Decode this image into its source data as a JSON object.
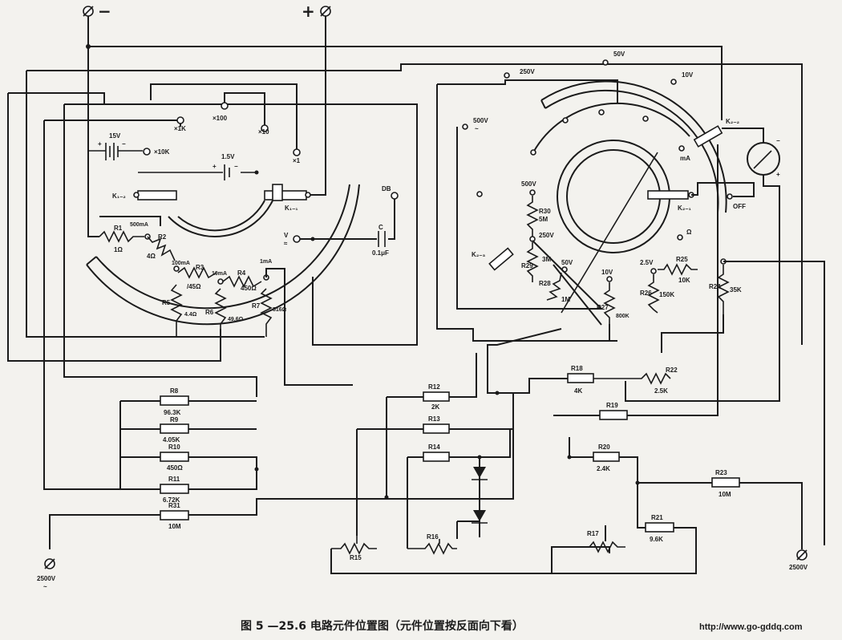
{
  "caption": "图 5 —25.6   电路元件位置图（元件位置按反面向下看）",
  "url": "http://www.go-gddq.com",
  "terminals": {
    "neg": "Ø −",
    "pos": "+ Ø",
    "hv_left": "2500V",
    "hv_right": "2500V",
    "db": "DB",
    "v_ac": "V",
    "ohm_sym": "Ω",
    "ma_sym": "mA",
    "off": "OFF"
  },
  "battery": {
    "b15": "15V",
    "b1_5": "1.5V"
  },
  "ranges": {
    "x1k": "×1K",
    "x100": "×100",
    "x10": "×10",
    "x1": "×1",
    "x10k": "×10K",
    "ma500": "500mA",
    "ma100": "100mA",
    "ma10": "10mA",
    "ma1": "1mA",
    "v50": "50V",
    "v250": "250V",
    "v10": "10V",
    "v500": "500V",
    "v500b": "500V",
    "v250b": "250V",
    "v50b": "50V",
    "v10b": "10V",
    "v25": "2.5V"
  },
  "switches": {
    "k12": "K₁₋₂",
    "k11": "K₁₋₁",
    "k21": "K₂₋₁",
    "k22": "K₂₋₂",
    "k23": "K₂₋₃"
  },
  "capacitor": {
    "name": "C",
    "value": "0.1μF"
  },
  "resistors": {
    "r1": "R1",
    "r1v": "1Ω",
    "r2": "R2",
    "r2v": "4Ω",
    "r3": "R3",
    "r3v": "/45Ω",
    "r4": "R4",
    "r4v": "450Ω",
    "r5": "R5",
    "r5v": "4.4Ω",
    "r6": "R6",
    "r6v": "49.6Ω",
    "r7": "R7",
    "r7v": "516Ω",
    "r8": "R8",
    "r8v": "96.3K",
    "r9": "R9",
    "r9v": "4.05K",
    "r10": "R10",
    "r10v": "450Ω",
    "r11": "R11",
    "r11v": "6.72K",
    "r31": "R31",
    "r31v": "10M",
    "r12": "R12",
    "r12v": "2K",
    "r13": "R13",
    "r14": "R14",
    "r15": "R15",
    "r16": "R16",
    "r17": "R17",
    "r18": "R18",
    "r18v": "4K",
    "r19": "R19",
    "r20": "R20",
    "r20v": "2.4K",
    "r21": "R21",
    "r21v": "9.6K",
    "r22": "R22",
    "r22v": "2.5K",
    "r23": "R23",
    "r23v": "10M",
    "r24": "R24",
    "r24v": "35K",
    "r25": "R25",
    "r25v": "10K",
    "r26": "R26",
    "r26v": "150K",
    "r27": "R27",
    "r27v": "800K",
    "r28": "R28",
    "r28v": "1M",
    "r29": "R29",
    "r29v": "3M",
    "r30": "R30",
    "r30v": "5M"
  }
}
